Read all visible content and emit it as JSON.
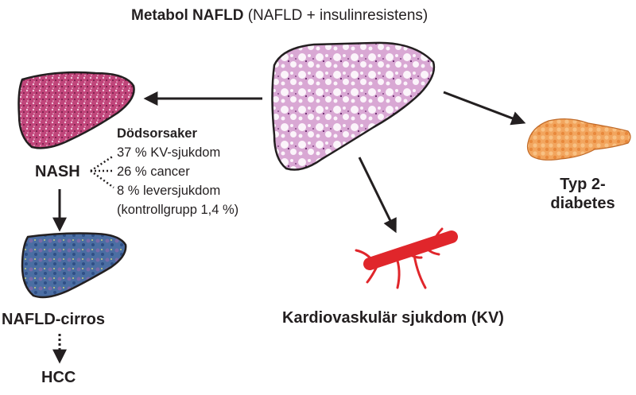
{
  "title": {
    "main": "Metabol NAFLD",
    "sub": "(NAFLD + insulinresistens)"
  },
  "nodes": {
    "nash": "NASH",
    "cirrhosis": "NAFLD-cirros",
    "hcc": "HCC",
    "cvd": "Kardiovaskulär sjukdom (KV)",
    "diabetes_line1": "Typ 2-",
    "diabetes_line2": "diabetes"
  },
  "causes_of_death": {
    "heading": "Dödsorsaker",
    "items": [
      "37 % KV-sjukdom",
      "26 % cancer",
      "8 % leversjukdom",
      "(kontrollgrupp 1,4 %)"
    ]
  },
  "colors": {
    "steatosis_liver": "#d6a3d0",
    "nash_liver": "#b8336a",
    "cirrhosis_liver": "#4a6a9c",
    "pancreas": "#f0a05a",
    "artery": "#e0262b",
    "arrow": "#231f20"
  }
}
